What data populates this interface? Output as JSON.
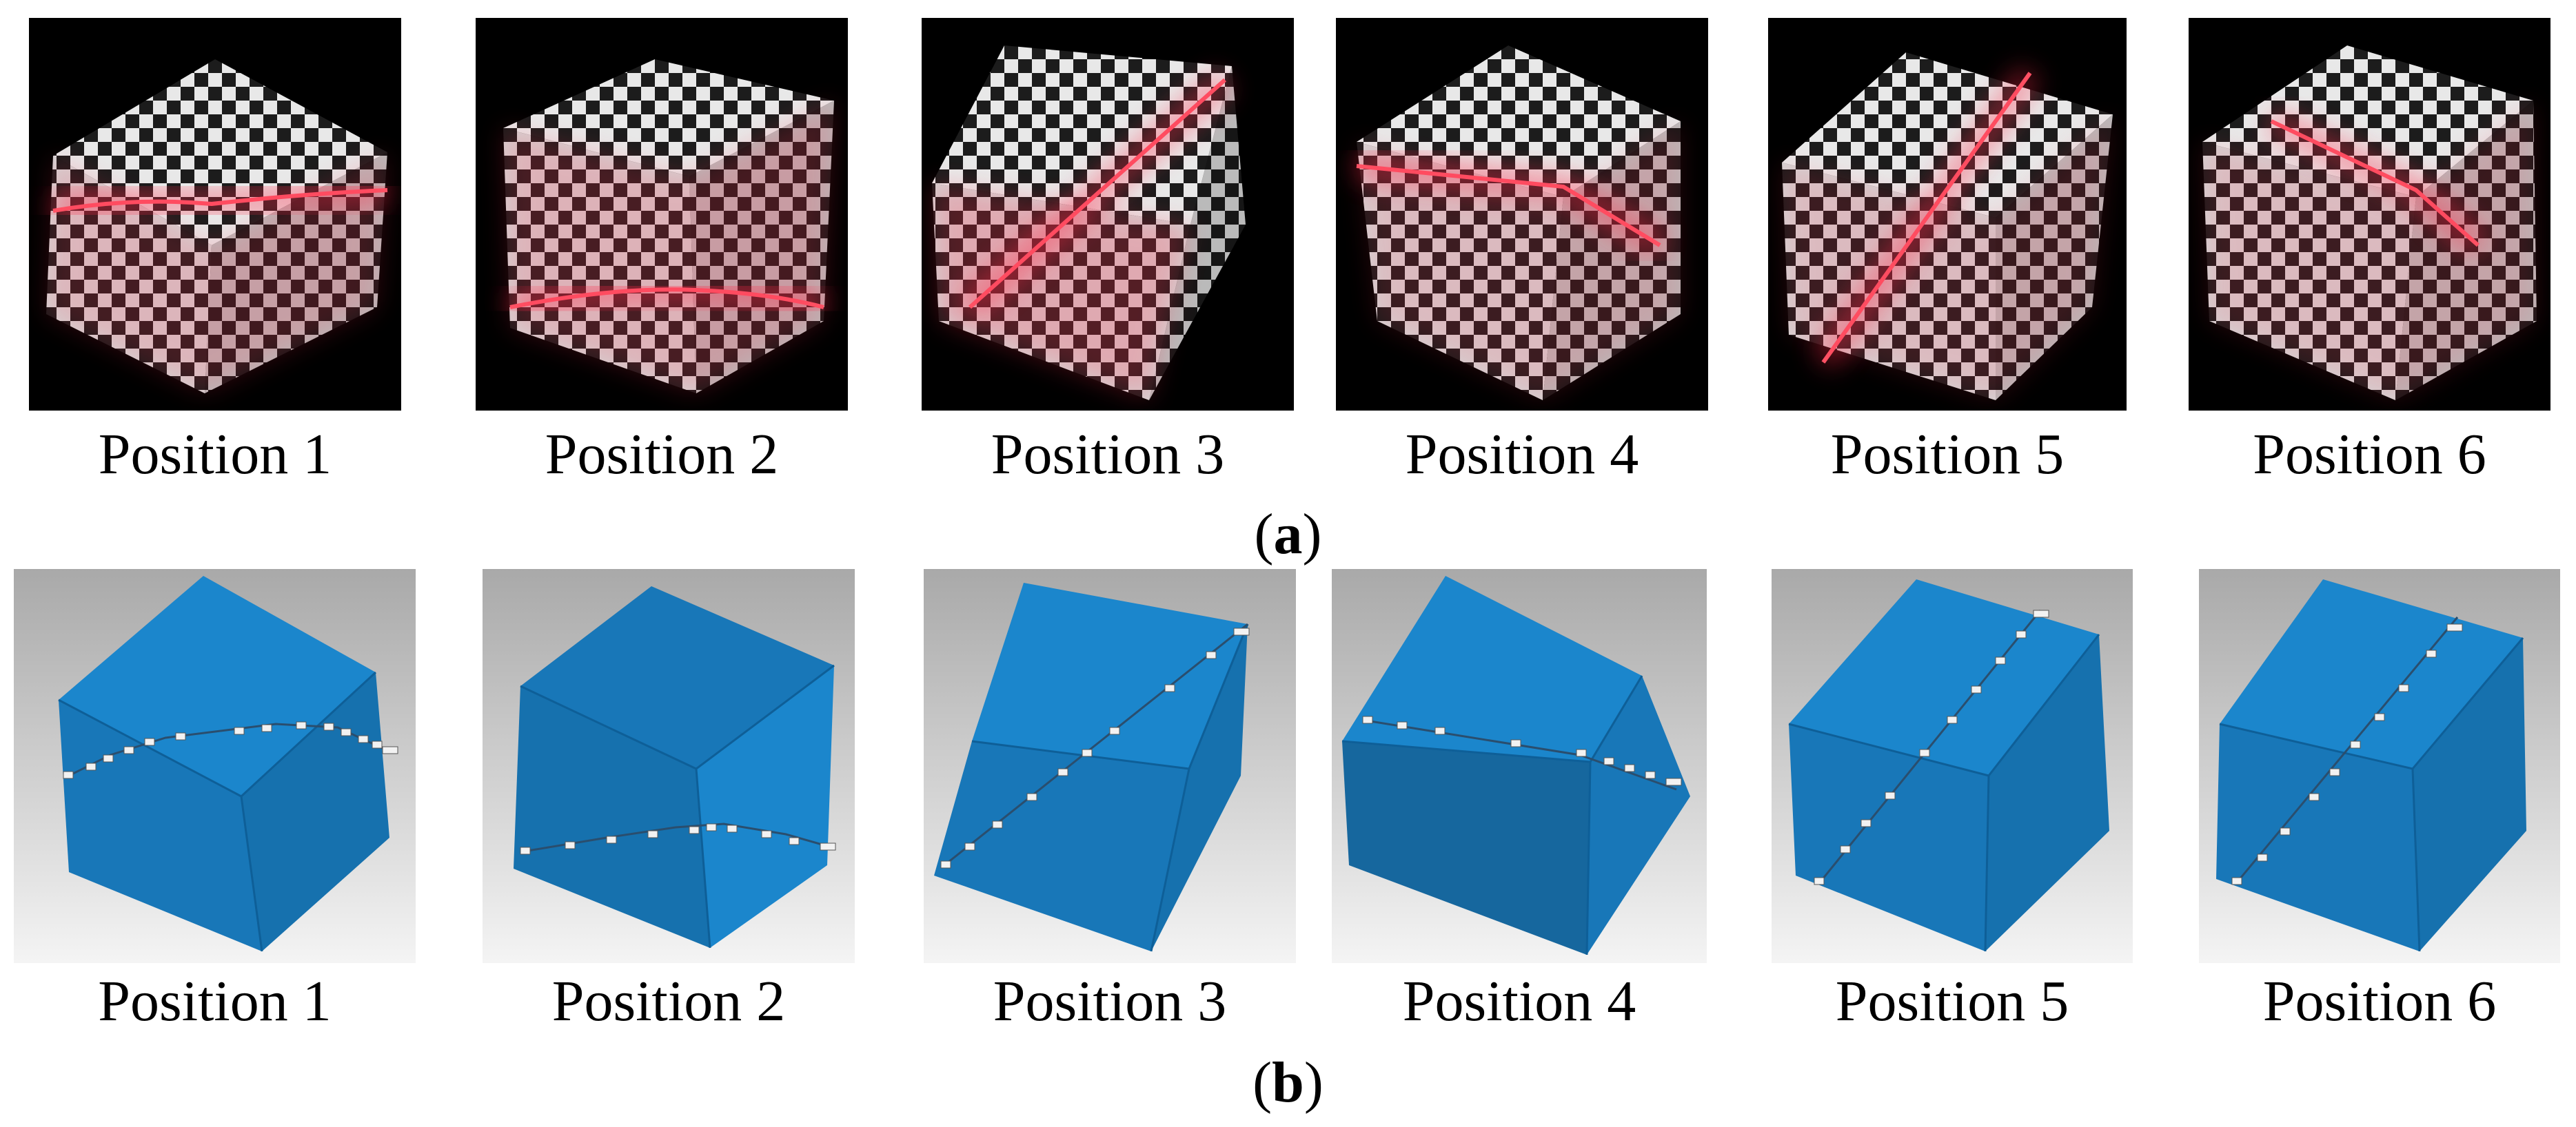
{
  "row_a": {
    "captions": [
      "Position 1",
      "Position 2",
      "Position 3",
      "Position 4",
      "Position 5",
      "Position 6"
    ],
    "label": "a",
    "laser_color": "#ff2a4a"
  },
  "row_b": {
    "captions": [
      "Position 1",
      "Position 2",
      "Position 3",
      "Position 4",
      "Position 5",
      "Position 6"
    ],
    "label": "b",
    "cube_color": "#1a7fc4"
  }
}
